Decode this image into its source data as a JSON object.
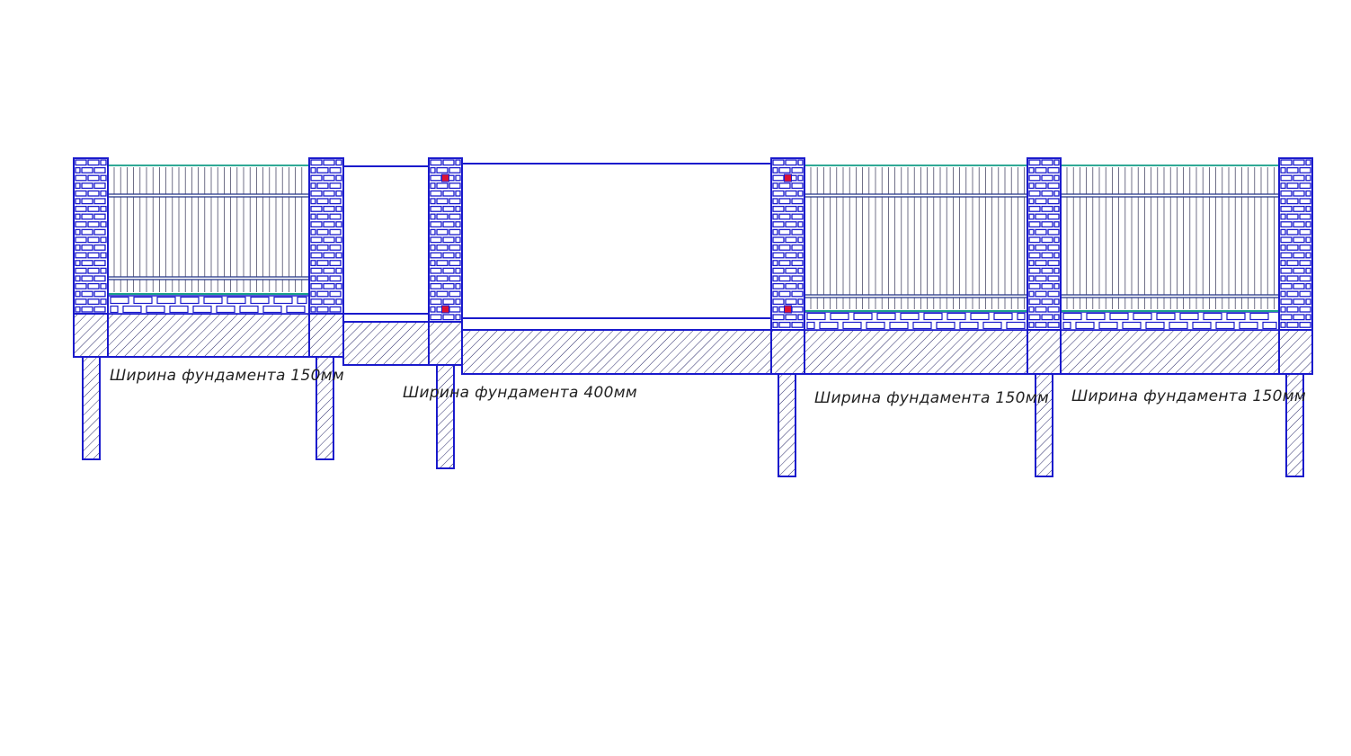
{
  "colors": {
    "outline": "#1a1acc",
    "brick_stroke": "#1a1acc",
    "hatch": "#2a2a6a",
    "panel_rail": "#2a3a8a",
    "panel_frame": "#1aa08a",
    "picket": "#333355",
    "marker": "#dd1133",
    "label": "#222222",
    "background": "#ffffff"
  },
  "labels": [
    {
      "id": "label-section-1",
      "text": "Ширина фундамента 150мм"
    },
    {
      "id": "label-section-2",
      "text": "Ширина фундамента 400мм"
    },
    {
      "id": "label-section-3",
      "text": "Ширина фундамента 150мм"
    },
    {
      "id": "label-section-4",
      "text": "Ширина фундамента 150мм"
    }
  ]
}
